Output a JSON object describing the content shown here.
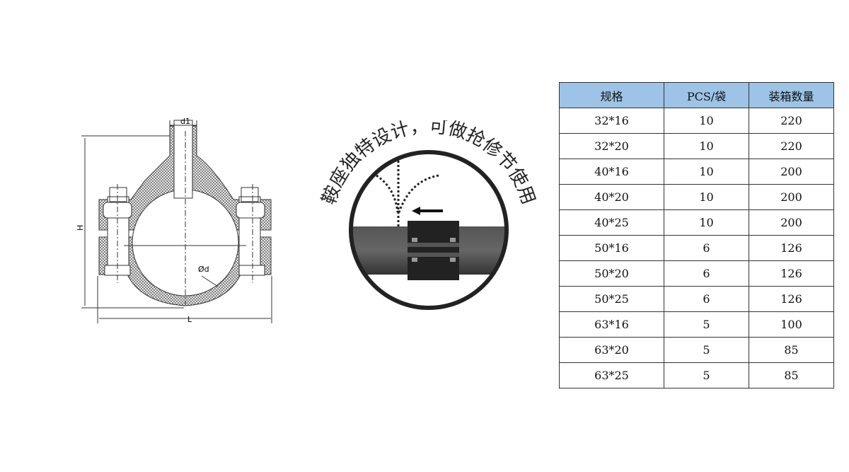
{
  "drawing": {
    "labels": {
      "d1": "d1",
      "H": "H",
      "L": "L",
      "od": "Ød"
    }
  },
  "illustration": {
    "caption": "鞍座独特设计，可做抢修节使用",
    "colors": {
      "pipe": "#555555",
      "clamp": "#222222"
    }
  },
  "table": {
    "headers": [
      "规格",
      "PCS/袋",
      "装箱数量"
    ],
    "header_color": "#9dc3e6",
    "rows": [
      [
        "32*16",
        "10",
        "220"
      ],
      [
        "32*20",
        "10",
        "220"
      ],
      [
        "40*16",
        "10",
        "200"
      ],
      [
        "40*20",
        "10",
        "200"
      ],
      [
        "40*25",
        "10",
        "200"
      ],
      [
        "50*16",
        "6",
        "126"
      ],
      [
        "50*20",
        "6",
        "126"
      ],
      [
        "50*25",
        "6",
        "126"
      ],
      [
        "63*16",
        "5",
        "100"
      ],
      [
        "63*20",
        "5",
        "85"
      ],
      [
        "63*25",
        "5",
        "85"
      ]
    ]
  }
}
